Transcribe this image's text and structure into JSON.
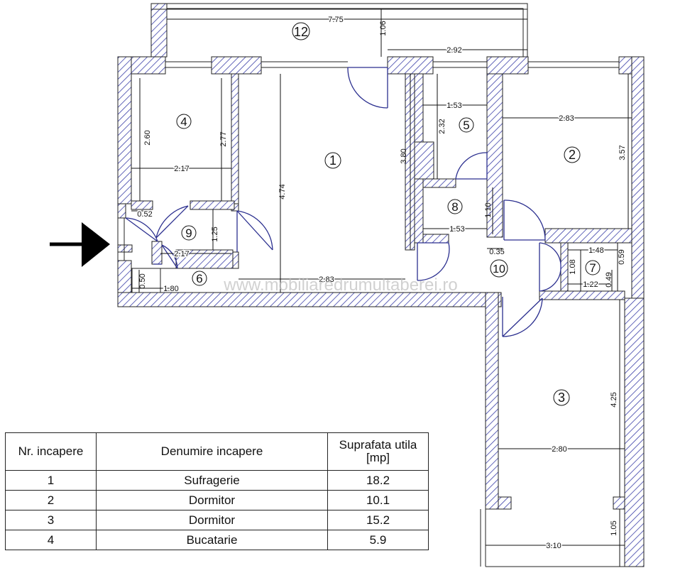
{
  "watermark": "www.mobiliaredrumultaberei.ro",
  "rooms": [
    {
      "id": "1",
      "label": "1"
    },
    {
      "id": "2",
      "label": "2"
    },
    {
      "id": "3",
      "label": "3"
    },
    {
      "id": "4",
      "label": "4"
    },
    {
      "id": "5",
      "label": "5"
    },
    {
      "id": "6",
      "label": "6"
    },
    {
      "id": "7",
      "label": "7"
    },
    {
      "id": "8",
      "label": "8"
    },
    {
      "id": "9",
      "label": "9"
    },
    {
      "id": "10",
      "label": "10"
    },
    {
      "id": "12",
      "label": "12"
    }
  ],
  "dimensions": {
    "balcony_width": "7.75",
    "balcony_depth": "1.06",
    "balcony_part": "2.92",
    "r4_height_left": "2.60",
    "r4_height_right": "2.77",
    "r4_width": "2.17",
    "r1_height": "4.74",
    "r1_right_height": "3.80",
    "r1_width": "2.83",
    "r5_width": "1.53",
    "r5_height": "2.32",
    "r8_width": "1.53",
    "r8_height": "1.10",
    "r2_width": "2.83",
    "r2_height": "3.57",
    "r9_entry": "0.52",
    "r9_height": "1.25",
    "r9_width": "2.17",
    "r6_height": "0.50",
    "r6_width": "1.80",
    "hall_offset": "0.35",
    "r7_width_top": "1.48",
    "r7_height": "1.08",
    "r7_width_bottom": "1.22",
    "r7_right_a": "0.59",
    "r7_right_b": "0.49",
    "r3_height": "4.25",
    "r3_width": "2.80",
    "r3_balcony_width": "3.10",
    "r3_balcony_depth": "1.05"
  },
  "table": {
    "headers": {
      "nr": "Nr. incapere",
      "name": "Denumire incapere",
      "area_line1": "Suprafata utila",
      "area_line2": "[mp]"
    },
    "rows": [
      {
        "nr": "1",
        "name": "Sufragerie",
        "area": "18.2"
      },
      {
        "nr": "2",
        "name": "Dormitor",
        "area": "10.1"
      },
      {
        "nr": "3",
        "name": "Dormitor",
        "area": "15.2"
      },
      {
        "nr": "4",
        "name": "Bucatarie",
        "area": "5.9"
      }
    ]
  },
  "colors": {
    "wall_hatch": "#3b3fa8",
    "door": "#2b2f8f",
    "line": "#111111"
  }
}
